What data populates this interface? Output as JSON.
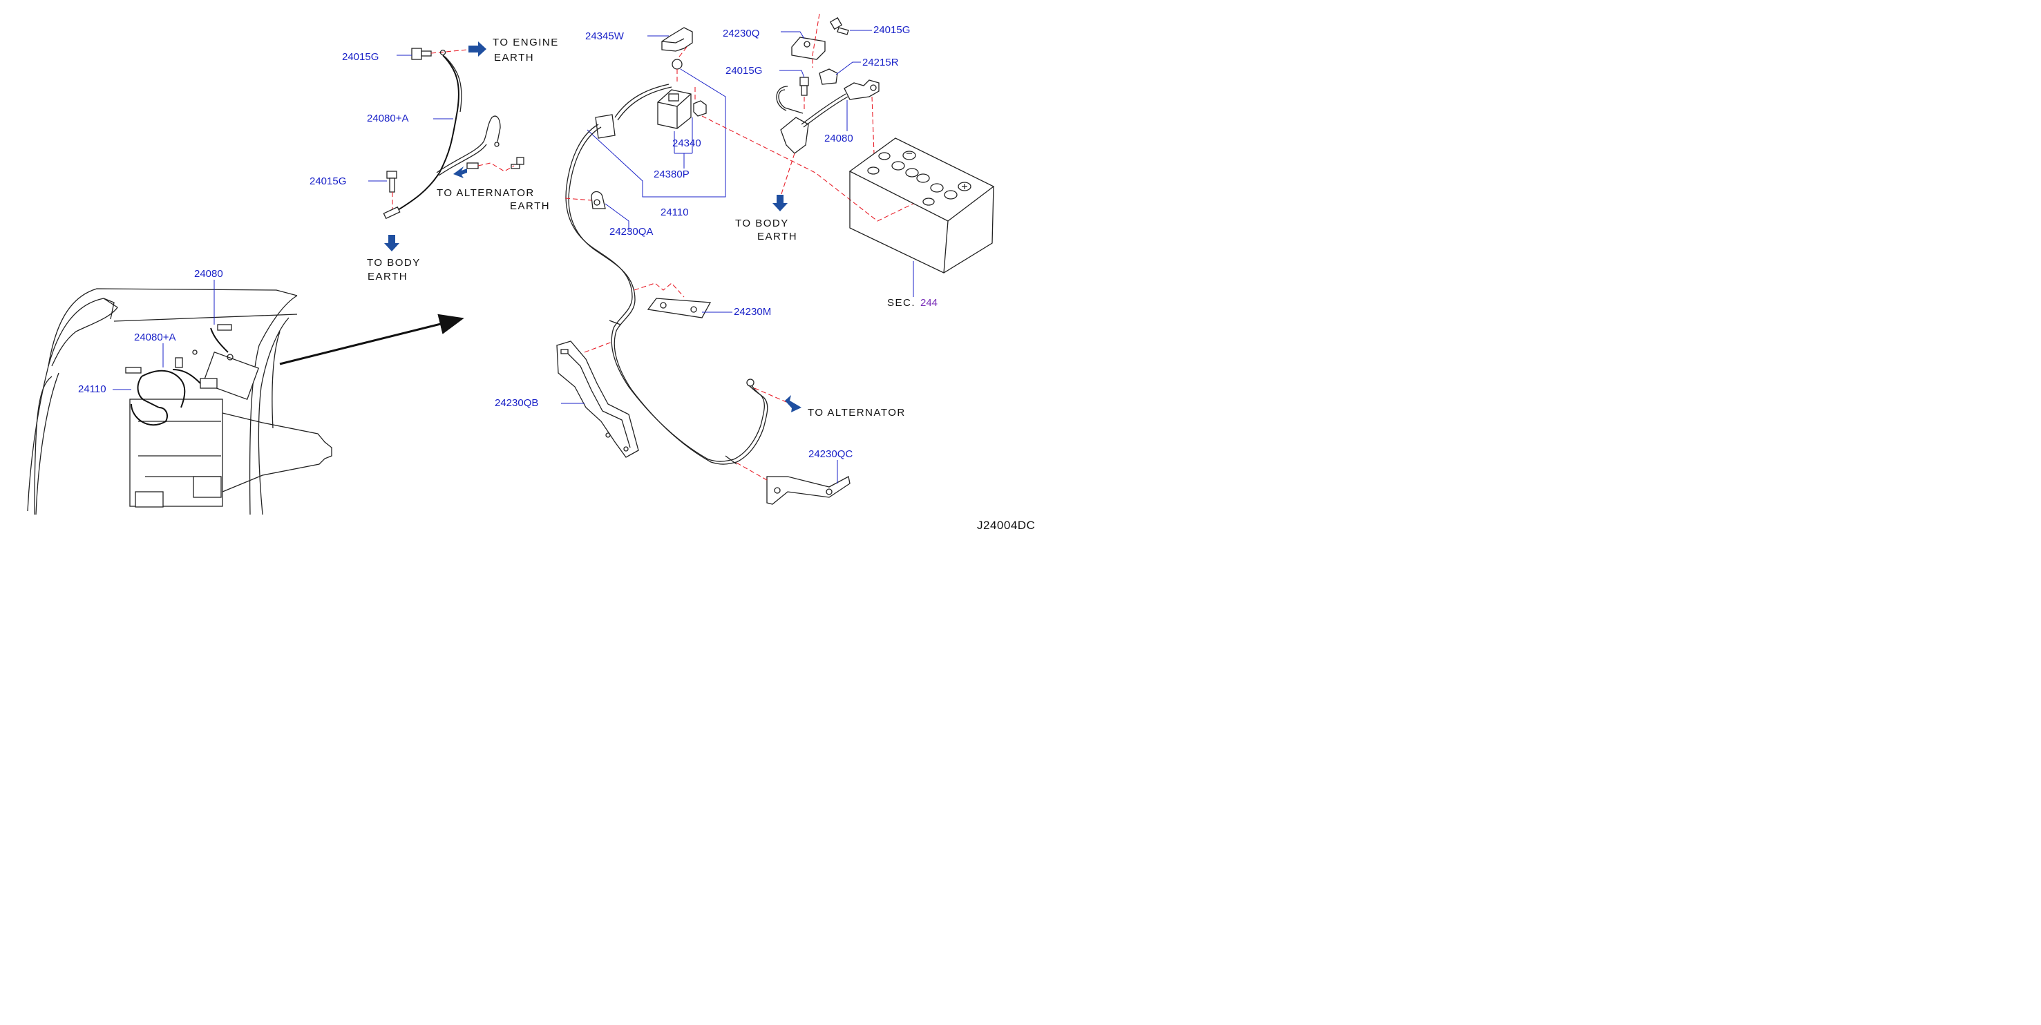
{
  "parts": {
    "bolt_top_left": "24015G",
    "cable_24080A": "24080+A",
    "bolt_mid_left": "24015G",
    "relay_cover": "24345W",
    "bracket_q": "24230Q",
    "bolt_top_right": "24015G",
    "bolt_right_mid": "24015G",
    "terminal_cover": "24215R",
    "fusible_link": "24340",
    "fuse_holder": "24380P",
    "harness_24110": "24110",
    "cable_24080_right": "24080",
    "clip_qa": "24230QA",
    "bracket_m": "24230M",
    "bracket_qb": "24230QB",
    "bracket_qc": "24230QC",
    "inset_24080": "24080",
    "inset_24080A": "24080+A",
    "inset_24110": "24110"
  },
  "notes": {
    "engine_earth_l1": "TO  ENGINE",
    "engine_earth_l2": "EARTH",
    "alt_earth_l1": "TO  ALTERNATOR",
    "alt_earth_l2": "EARTH",
    "body_earth_left_l1": "TO  BODY",
    "body_earth_left_l2": "EARTH",
    "body_earth_right_l1": "TO  BODY",
    "body_earth_right_l2": "EARTH",
    "to_alternator": "TO  ALTERNATOR"
  },
  "section_ref": {
    "prefix": "SEC.",
    "number": "244"
  },
  "diagram_code": "J24004DC",
  "colors": {
    "part_label": "#1a22c8",
    "phantom_line": "#e8202a",
    "direction_arrow": "#1f4fa0",
    "section_number": "#7a2fb8"
  }
}
